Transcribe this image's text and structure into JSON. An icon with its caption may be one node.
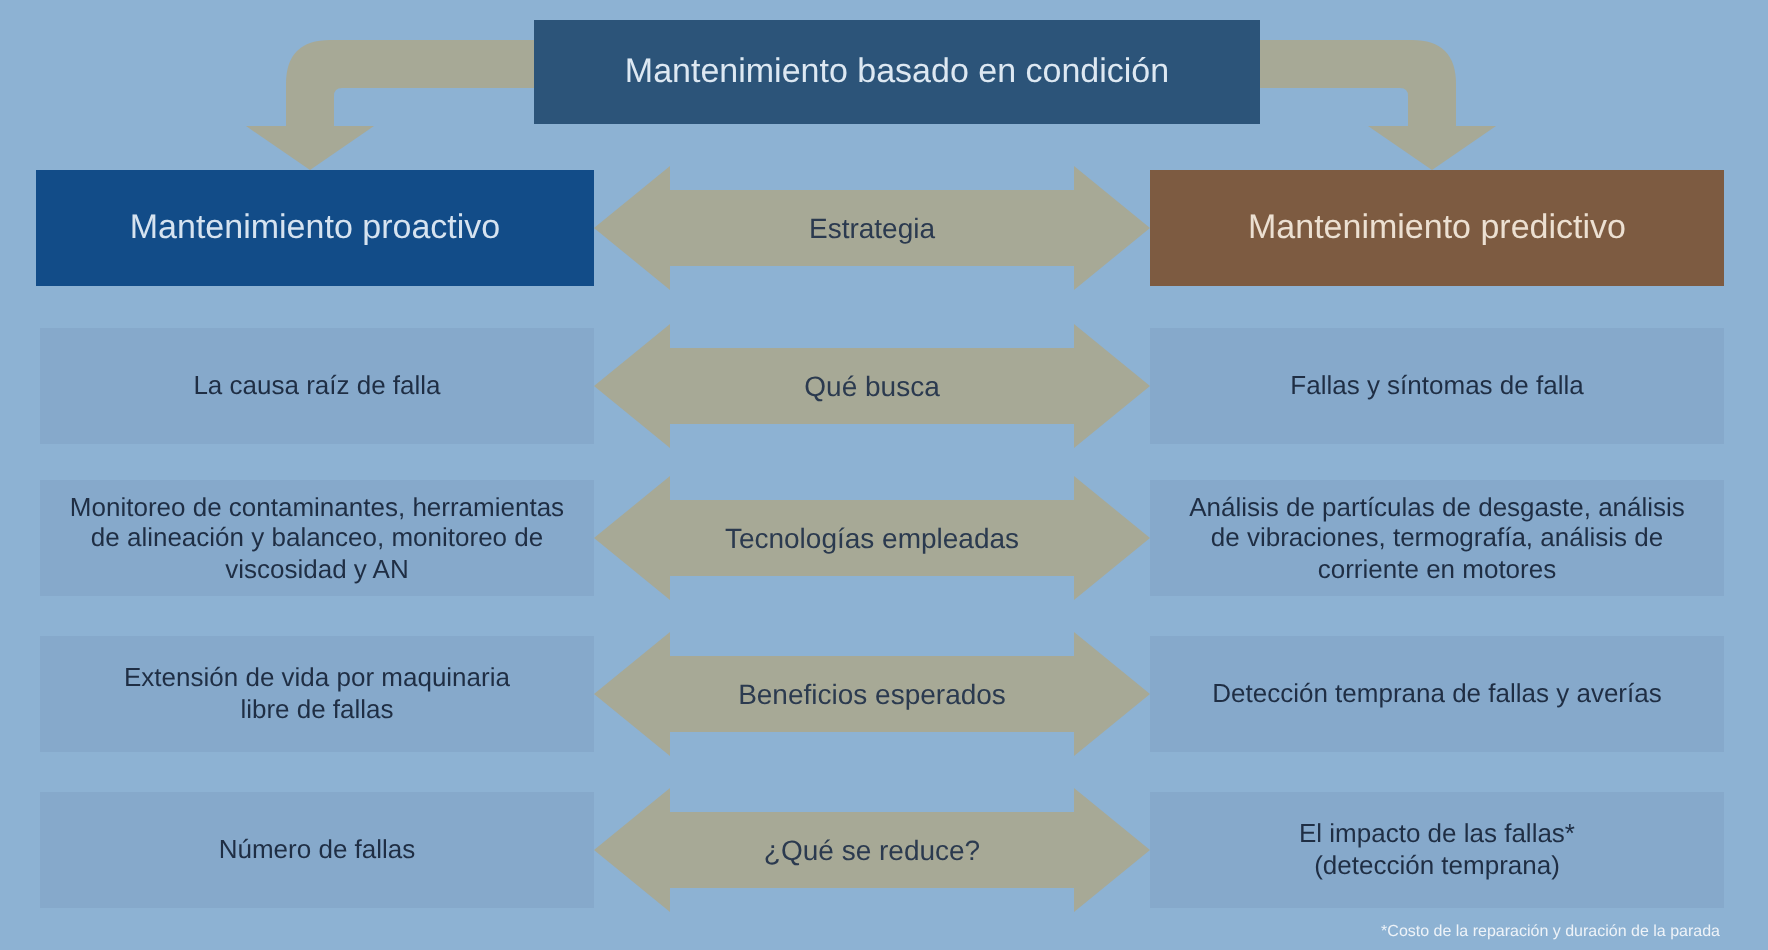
{
  "diagram": {
    "nodes": [
      {
        "text": [
          "Mantenimiento basado en condición"
        ]
      },
      {
        "text": [
          "Mantenimiento proactivo"
        ]
      },
      {
        "text": [
          "Mantenimiento predictivo"
        ]
      },
      {
        "text": [
          "La causa raíz de falla"
        ]
      },
      {
        "text": [
          "Fallas y síntomas de falla"
        ]
      },
      {
        "text": [
          "Monitoreo de contaminantes, herramientas de alineación y balanceo, monitoreo de viscosidad y AN"
        ]
      },
      {
        "text": [
          "Análisis de partículas de desgaste, análisis de vibraciones, termografía, análisis de corriente en motores"
        ]
      },
      {
        "text": [
          "Extensión de vida por maquinaria libre de fallas"
        ]
      },
      {
        "text": [
          "Detección temprana de fallas y averías"
        ]
      },
      {
        "text": [
          "Número de fallas"
        ]
      },
      {
        "text": [
          "El impacto de las fallas* (detección temprana)"
        ]
      }
    ],
    "edges": [
      {
        "from": 0,
        "to": 1,
        "arrow": "to"
      },
      {
        "from": 0,
        "to": 2,
        "arrow": "to"
      },
      {
        "from": 1,
        "to": 2,
        "arrow": "both",
        "label": "Estrategia"
      },
      {
        "from": 3,
        "to": 4,
        "arrow": "both",
        "label": "Qué busca"
      },
      {
        "from": 5,
        "to": 6,
        "arrow": "both",
        "label": "Tecnologías empleadas"
      },
      {
        "from": 7,
        "to": 8,
        "arrow": "both",
        "label": "Beneficios esperados"
      },
      {
        "from": 9,
        "to": 10,
        "arrow": "both",
        "label": "¿Qué se reduce?"
      }
    ],
    "labels": [
      "*Costo de la reparación y duración de la parada"
    ]
  }
}
